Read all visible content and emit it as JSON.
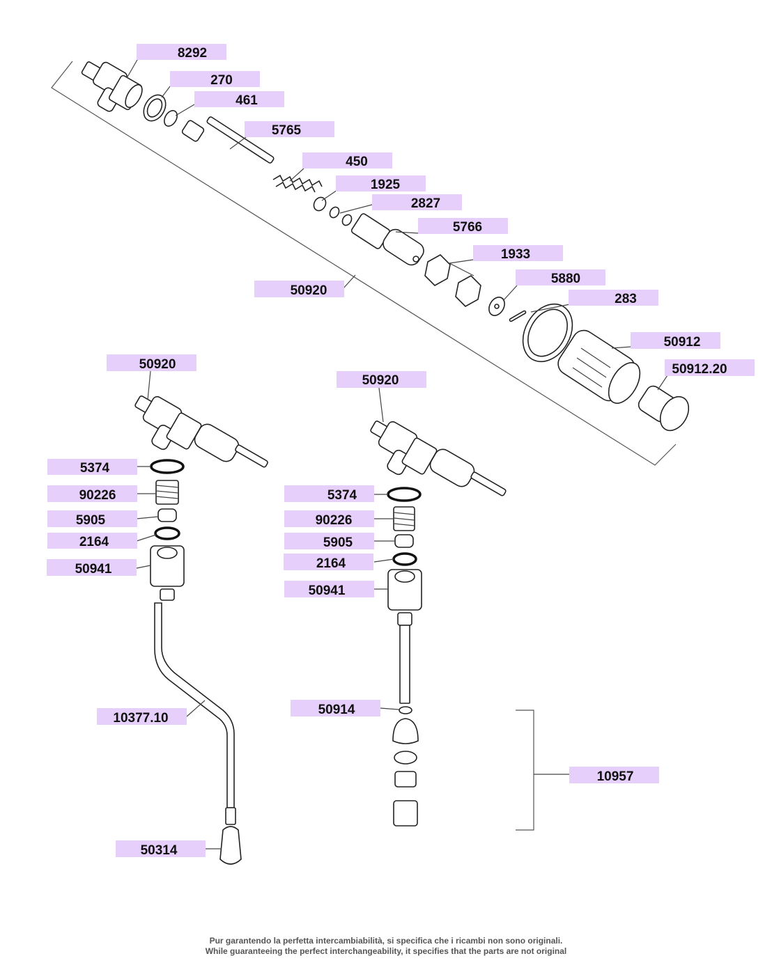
{
  "labels": [
    {
      "id": "l8292",
      "text": "8292"
    },
    {
      "id": "l270",
      "text": "270"
    },
    {
      "id": "l461",
      "text": "461"
    },
    {
      "id": "l5765",
      "text": "5765"
    },
    {
      "id": "l450",
      "text": "450"
    },
    {
      "id": "l1925",
      "text": "1925"
    },
    {
      "id": "l2827",
      "text": "2827"
    },
    {
      "id": "l5766",
      "text": "5766"
    },
    {
      "id": "l1933",
      "text": "1933"
    },
    {
      "id": "l50920a",
      "text": "50920"
    },
    {
      "id": "l5880",
      "text": "5880"
    },
    {
      "id": "l283",
      "text": "283"
    },
    {
      "id": "l50912",
      "text": "50912"
    },
    {
      "id": "l50912_20",
      "text": "50912.20"
    },
    {
      "id": "l50920b",
      "text": "50920"
    },
    {
      "id": "l50920c",
      "text": "50920"
    },
    {
      "id": "l5374a",
      "text": "5374"
    },
    {
      "id": "l90226a",
      "text": "90226"
    },
    {
      "id": "l5905a",
      "text": "5905"
    },
    {
      "id": "l2164a",
      "text": "2164"
    },
    {
      "id": "l50941a",
      "text": "50941"
    },
    {
      "id": "l10377_10",
      "text": "10377.10"
    },
    {
      "id": "l50314",
      "text": "50314"
    },
    {
      "id": "l5374b",
      "text": "5374"
    },
    {
      "id": "l90226b",
      "text": "90226"
    },
    {
      "id": "l5905b",
      "text": "5905"
    },
    {
      "id": "l2164b",
      "text": "2164"
    },
    {
      "id": "l50941b",
      "text": "50941"
    },
    {
      "id": "l50914",
      "text": "50914"
    },
    {
      "id": "l10957",
      "text": "10957"
    }
  ],
  "footer": {
    "line_it": "Pur garantendo la perfetta intercambiabilità, si specifica che i ricambi non sono originali.",
    "line_en": "While guaranteeing the perfect interchangeability, it specifies that the parts are not original"
  }
}
